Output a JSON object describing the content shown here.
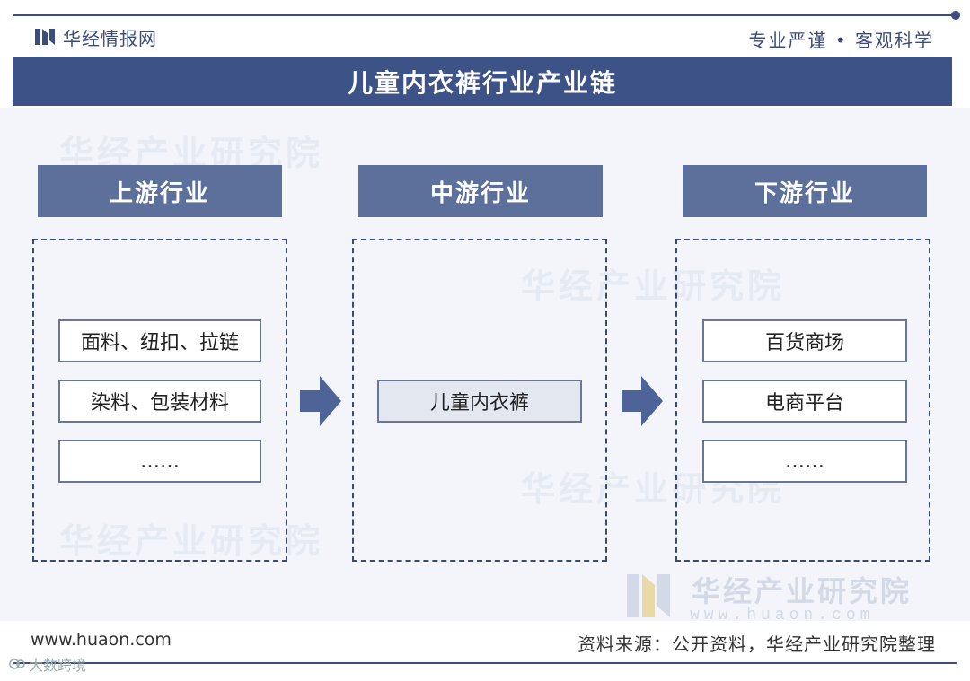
{
  "header": {
    "brand_name": "华经情报网",
    "slogan": "专业严谨 • 客观科学"
  },
  "title": "儿童内衣裤行业产业链",
  "watermark": {
    "text": "华经产业研究院",
    "url": "www.huaon.com"
  },
  "stages": [
    {
      "name": "上游行业",
      "items": [
        "面料、纽扣、拉链",
        "染料、包装材料",
        "……"
      ]
    },
    {
      "name": "中游行业",
      "items": [
        "儿童内衣裤"
      ]
    },
    {
      "name": "下游行业",
      "items": [
        "百货商场",
        "电商平台",
        "……"
      ]
    }
  ],
  "footer": {
    "url": "www.huaon.com",
    "source": "资料来源：公开资料，华经产业研究院整理",
    "corner_mark": "大数跨境"
  },
  "colors": {
    "primary": "#3d5388",
    "header_fill": "#5d6f9b",
    "dashed_border": "#3a4a78",
    "arrow": "#4e6397"
  }
}
